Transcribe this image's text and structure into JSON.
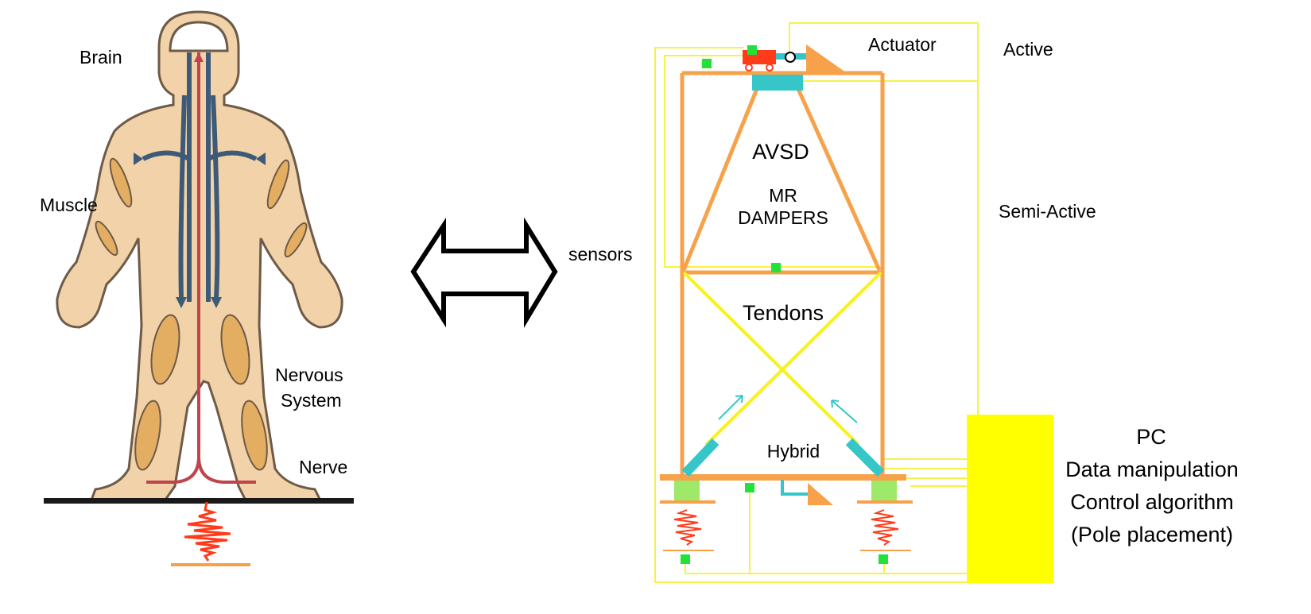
{
  "left_labels": {
    "brain": "Brain",
    "muscle": "Muscle",
    "nervous_line1": "Nervous",
    "nervous_line2": "System",
    "nerve": "Nerve"
  },
  "right_labels": {
    "actuator": "Actuator",
    "active": "Active",
    "semi_active": "Semi-Active",
    "sensors": "sensors",
    "avsd": "AVSD",
    "mr": "MR",
    "dampers": "DAMPERS",
    "tendons": "Tendons",
    "hybrid": "Hybrid",
    "pc": "PC",
    "data_manipulation": "Data manipulation",
    "control_algorithm": "Control algorithm",
    "pole_placement": "(Pole placement)"
  },
  "colors": {
    "skin": "#f2d2a8",
    "skin_outline": "#6e5a48",
    "muscle_fill": "#e4ae62",
    "nerve_blue": "#3d5a78",
    "nerve_red": "#c0444c",
    "ground": "#1a1a1a",
    "quake_red": "#ff3b1a",
    "quake_base": "#f5a04a",
    "frame_orange": "#f7a24a",
    "wire_yellow": "#f6f24a",
    "tendon_yellow": "#f7f21a",
    "device_cyan": "#36c6c9",
    "sensor_green": "#22e23a",
    "bearing_green": "#9ee86a",
    "pc_yellow": "#ffff00",
    "cart_red": "#ff3b1a"
  },
  "icons": {
    "double_arrow": "double-headed-arrow-icon"
  }
}
